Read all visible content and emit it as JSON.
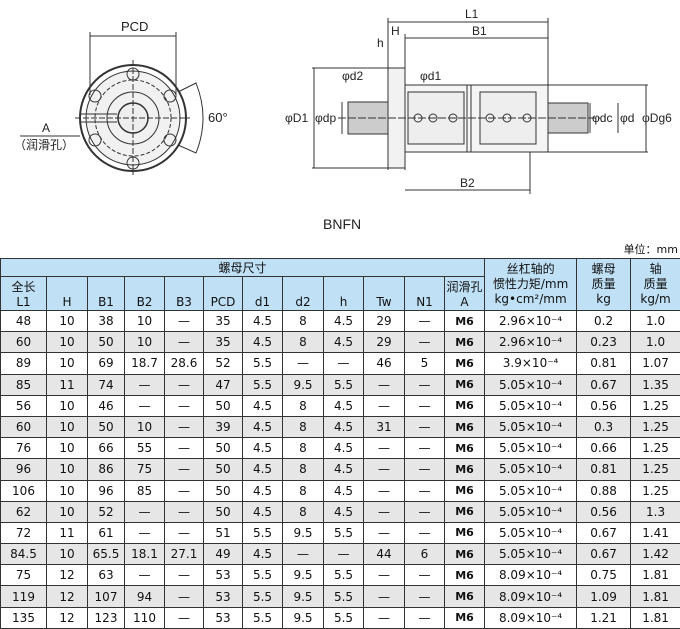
{
  "drawing": {
    "front_view": {
      "pcd_label": "PCD",
      "angle_label": "60°",
      "lube_label": "A",
      "lube_note": "（润滑孔）"
    },
    "side_view": {
      "L1": "L1",
      "B1": "B1",
      "B2": "B2",
      "H": "H",
      "h": "h",
      "d1": "φd1",
      "d2": "φd2",
      "D1": "φD1",
      "dp": "φdp",
      "dc": "φdc",
      "d": "φd",
      "Dg6": "φDg6"
    },
    "model": "BNFN"
  },
  "unit_label": "单位：mm",
  "table": {
    "group_headers": {
      "nut": "螺母尺寸",
      "inertia": [
        "丝杠轴的",
        "惯性力矩/mm",
        "kg•cm²/mm"
      ],
      "nut_mass": [
        "螺母",
        "质量",
        "kg"
      ],
      "shaft_mass": [
        "轴",
        "质量",
        "kg/m"
      ]
    },
    "columns": [
      [
        "全长",
        "L1"
      ],
      [
        "",
        "H"
      ],
      [
        "",
        "B1"
      ],
      [
        "",
        "B2"
      ],
      [
        "",
        "B3"
      ],
      [
        "",
        "PCD"
      ],
      [
        "",
        "d1"
      ],
      [
        "",
        "d2"
      ],
      [
        "",
        "h"
      ],
      [
        "",
        "Tw"
      ],
      [
        "",
        "N1"
      ],
      [
        "润滑孔",
        "A"
      ]
    ],
    "rows": [
      [
        "48",
        "10",
        "38",
        "10",
        "—",
        "35",
        "4.5",
        "8",
        "4.5",
        "29",
        "—",
        "M6",
        "2.96×10⁻⁴",
        "0.2",
        "1.0"
      ],
      [
        "60",
        "10",
        "50",
        "10",
        "—",
        "35",
        "4.5",
        "8",
        "4.5",
        "29",
        "—",
        "M6",
        "2.96×10⁻⁴",
        "0.23",
        "1.0"
      ],
      [
        "89",
        "10",
        "69",
        "18.7",
        "28.6",
        "52",
        "5.5",
        "—",
        "—",
        "46",
        "5",
        "M6",
        "3.9×10⁻⁴",
        "0.81",
        "1.07"
      ],
      [
        "85",
        "11",
        "74",
        "—",
        "—",
        "47",
        "5.5",
        "9.5",
        "5.5",
        "—",
        "—",
        "M6",
        "5.05×10⁻⁴",
        "0.67",
        "1.35"
      ],
      [
        "56",
        "10",
        "46",
        "—",
        "—",
        "50",
        "4.5",
        "8",
        "4.5",
        "—",
        "—",
        "M6",
        "5.05×10⁻⁴",
        "0.56",
        "1.25"
      ],
      [
        "60",
        "10",
        "50",
        "10",
        "—",
        "39",
        "4.5",
        "8",
        "4.5",
        "31",
        "—",
        "M6",
        "5.05×10⁻⁴",
        "0.3",
        "1.25"
      ],
      [
        "76",
        "10",
        "66",
        "55",
        "—",
        "50",
        "4.5",
        "8",
        "4.5",
        "—",
        "—",
        "M6",
        "5.05×10⁻⁴",
        "0.66",
        "1.25"
      ],
      [
        "96",
        "10",
        "86",
        "75",
        "—",
        "50",
        "4.5",
        "8",
        "4.5",
        "—",
        "—",
        "M6",
        "5.05×10⁻⁴",
        "0.81",
        "1.25"
      ],
      [
        "106",
        "10",
        "96",
        "85",
        "—",
        "50",
        "4.5",
        "8",
        "4.5",
        "—",
        "—",
        "M6",
        "5.05×10⁻⁴",
        "0.88",
        "1.25"
      ],
      [
        "62",
        "10",
        "52",
        "—",
        "—",
        "50",
        "4.5",
        "8",
        "4.5",
        "—",
        "—",
        "M6",
        "5.05×10⁻⁴",
        "0.56",
        "1.3"
      ],
      [
        "72",
        "11",
        "61",
        "—",
        "—",
        "51",
        "5.5",
        "9.5",
        "5.5",
        "—",
        "—",
        "M6",
        "5.05×10⁻⁴",
        "0.67",
        "1.41"
      ],
      [
        "84.5",
        "10",
        "65.5",
        "18.1",
        "27.1",
        "49",
        "4.5",
        "—",
        "—",
        "44",
        "6",
        "M6",
        "5.05×10⁻⁴",
        "0.67",
        "1.42"
      ],
      [
        "75",
        "12",
        "63",
        "—",
        "—",
        "53",
        "5.5",
        "9.5",
        "5.5",
        "—",
        "—",
        "M6",
        "8.09×10⁻⁴",
        "0.75",
        "1.81"
      ],
      [
        "119",
        "12",
        "107",
        "94",
        "—",
        "53",
        "5.5",
        "9.5",
        "5.5",
        "—",
        "—",
        "M6",
        "8.09×10⁻⁴",
        "1.09",
        "1.81"
      ],
      [
        "135",
        "12",
        "123",
        "110",
        "—",
        "53",
        "5.5",
        "9.5",
        "5.5",
        "—",
        "—",
        "M6",
        "8.09×10⁻⁴",
        "1.21",
        "1.81"
      ]
    ]
  }
}
